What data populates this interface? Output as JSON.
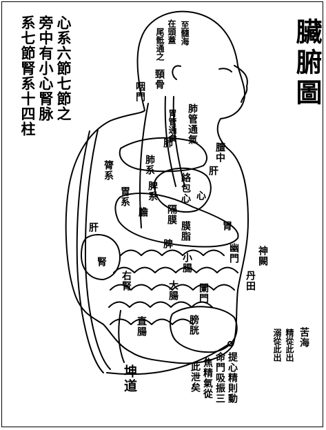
{
  "title": "臟腑圖",
  "side_note": [
    "心系六節七節之",
    "旁中有小心腎脉",
    "系七節腎系十四柱"
  ],
  "labels": {
    "brain_sea": "至髓海",
    "brain_top": "在頭蓋",
    "brain_tail": "尾骶通之",
    "neck": "頸骨",
    "throat_left": "咽門",
    "esophagus": "胃管通食",
    "trachea": "肺管通氣",
    "lung": "肺",
    "chest": "膻中",
    "lung_system": "肺系",
    "spleen_system": "脾系",
    "pericardium": "絡包心",
    "heart": "心",
    "spine_left": "膂系",
    "stomach_system": "胃系",
    "liver": "肝",
    "diaphragm": "隔膜",
    "gallbladder": "膽",
    "kidney_liver": "肝",
    "fat_membrane": "膜脂",
    "stomach": "胃",
    "spleen": "脾",
    "kidney": "腎",
    "right_kidney": "右腎",
    "small_intestine": "小腸",
    "pylorus": "幽門",
    "large_intestine": "大腸",
    "lan_gate": "闌門",
    "rectum": "直腸",
    "bladder": "膀胱",
    "shen_que": "神闕",
    "dan_tian": "丹田",
    "ku_hai": "苦海",
    "notes_right": [
      "精從此出",
      "溺從此出"
    ],
    "mingmen_note": [
      "提心精則動",
      "命門吸振三",
      "焦精氣從",
      "此泄矣"
    ],
    "kun_dao": "坤道"
  }
}
